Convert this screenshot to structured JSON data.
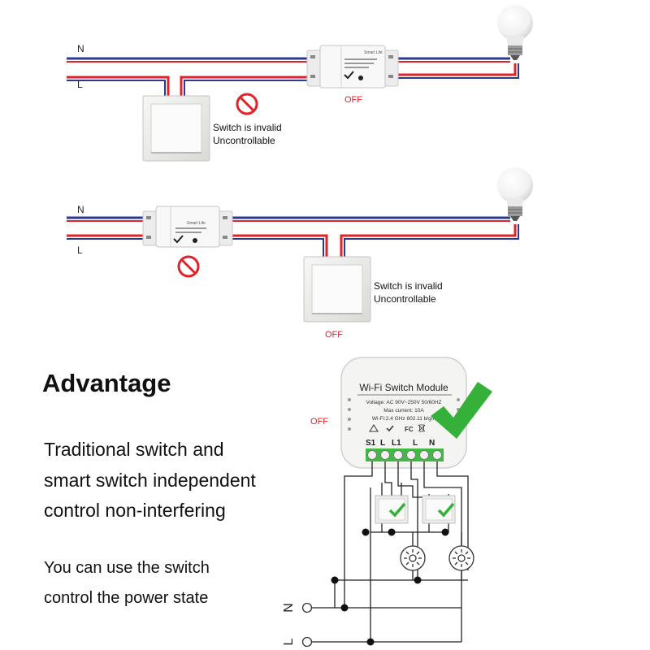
{
  "top_diagram": {
    "neutral_label": "N",
    "live_label": "L",
    "relay_brand": "Smart Life",
    "state_label": "OFF",
    "warning_line1": "Switch is invalid",
    "warning_line2": "Uncontrollable"
  },
  "middle_diagram": {
    "neutral_label": "N",
    "live_label": "L",
    "relay_brand": "Smart Life",
    "state_label": "OFF",
    "warning_line1": "Switch is invalid",
    "warning_line2": "Uncontrollable"
  },
  "advantage": {
    "title": "Advantage",
    "line1": "Traditional switch and",
    "line2": "smart switch independent",
    "line3": "control non-interfering",
    "line4": "You can use the switch",
    "line5": "control the power state"
  },
  "module": {
    "title": "Wi-Fi Switch Module",
    "voltage": "Voltage: AC 90V~250V  50/60HZ",
    "current": "Max current: 10A",
    "wifi": "Wi-Fi:2.4 GHz    802.11 b/g/n",
    "cert": "FC",
    "terminal_s1": "S1",
    "terminal_s2": "L",
    "terminal_l1": "L1",
    "terminal_l": "L",
    "terminal_n": "N",
    "state_label": "OFF"
  },
  "bottom_inputs": {
    "neutral_label": "N",
    "live_label": "L"
  },
  "colors": {
    "neutral_wire": "#2b3a8f",
    "live_wire": "#e0222b",
    "prohibit": "#e0222b",
    "check_green": "#35b13a",
    "terminal_green": "#3dbb3f",
    "off_label": "#e0222b"
  }
}
